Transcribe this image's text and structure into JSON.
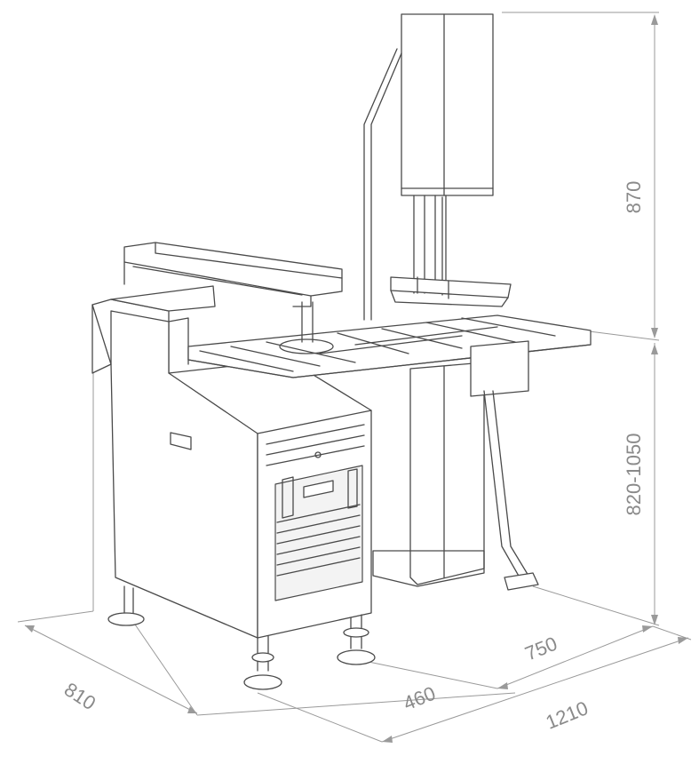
{
  "dimensions": {
    "height_upper": "870",
    "height_table": "820-1050",
    "depth_base": "810",
    "width_front": "460",
    "width_side": "750",
    "width_total": "1210"
  },
  "colors": {
    "line": "#4a4a4a",
    "dimension": "#9a9a9a"
  }
}
